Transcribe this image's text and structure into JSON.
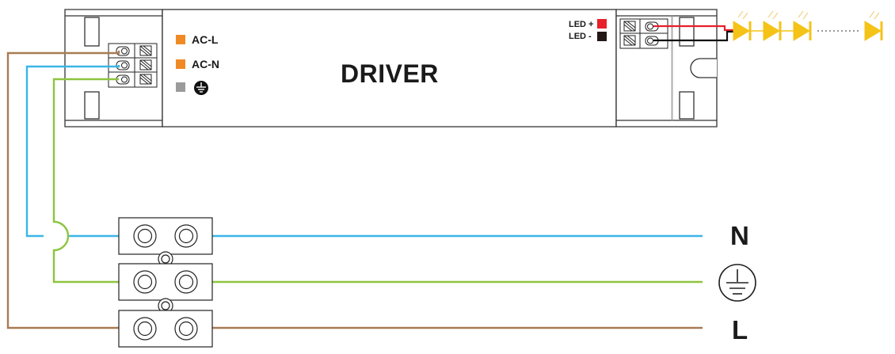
{
  "driver": {
    "title": "DRIVER",
    "inputs": [
      {
        "label": "AC-L",
        "color": "#f08a24"
      },
      {
        "label": "AC-N",
        "color": "#f08a24"
      },
      {
        "label": "",
        "color": "#9b9b9b",
        "icon": "earth-ground-icon"
      }
    ],
    "outputs": [
      {
        "label": "LED +",
        "color": "#e8202a"
      },
      {
        "label": "LED -",
        "color": "#231815"
      }
    ]
  },
  "mains": {
    "neutral_label": "N",
    "earth_icon": "earth-ground-icon",
    "live_label": "L"
  },
  "wire_colors": {
    "live": "#a87b54",
    "neutral": "#3bb6e6",
    "earth": "#8dc43f",
    "led_positive": "#e8202a",
    "led_negative": "#111111"
  },
  "led_icon": "led-diode-icon",
  "led_color": "#f5c318"
}
